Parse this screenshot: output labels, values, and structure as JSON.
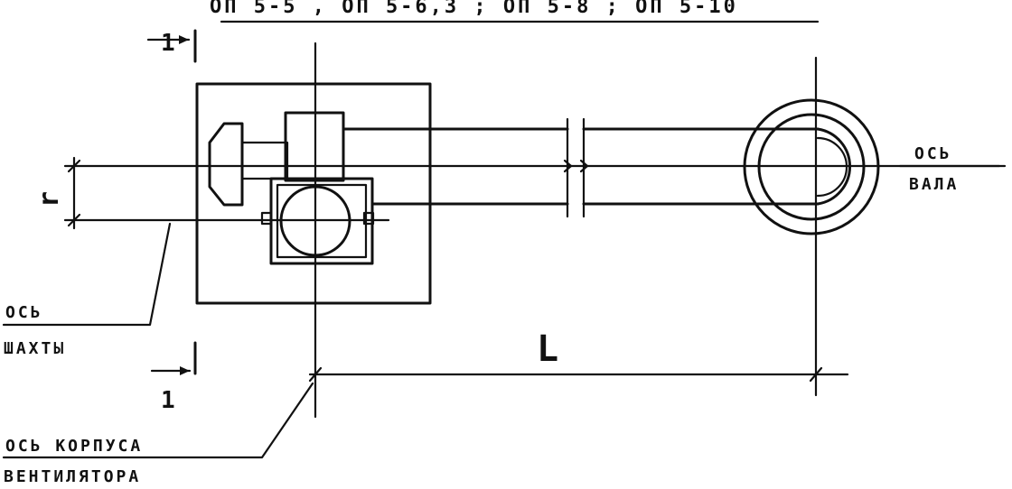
{
  "header": {
    "models": "ОП 5-5 ,  ОП 5-6,3 ;    ОП 5-8 ;   ОП 5-10"
  },
  "labels": {
    "section_mark_top": "1",
    "section_mark_bottom": "1",
    "dimension_r": "r",
    "dimension_L": "L",
    "shaft_axis_line1": "ОСЬ",
    "shaft_axis_line2": "ШАХТЫ",
    "fan_axis_line1": "ОСЬ",
    "fan_axis_line2": "ВАЛА",
    "casing_axis_line1": "ОСЬ  КОРПУСА",
    "casing_axis_line2": "ВЕНТИЛЯТОРА"
  },
  "colors": {
    "ink": "#111111",
    "paper": "#ffffff"
  }
}
